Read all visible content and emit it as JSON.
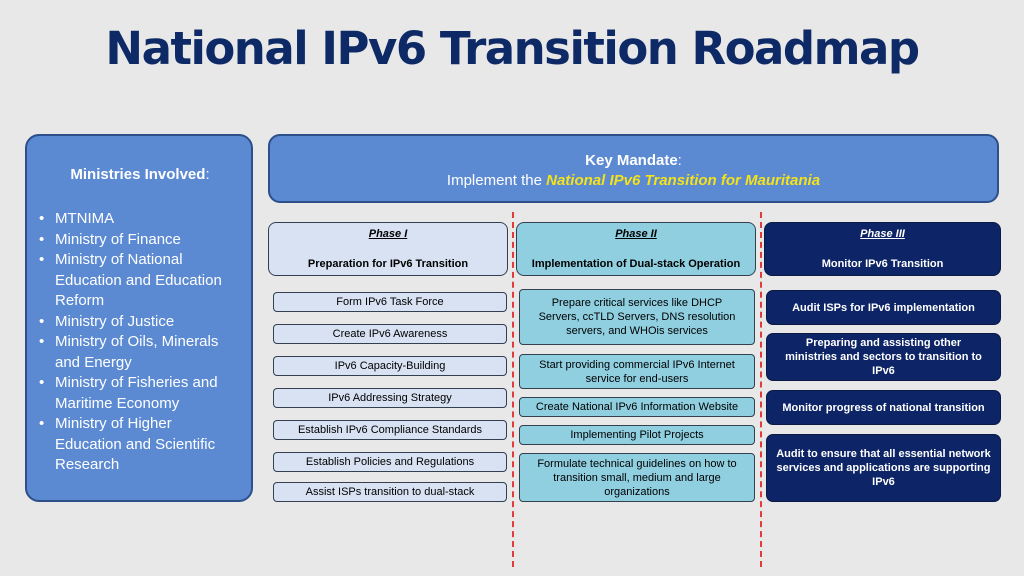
{
  "title": "National IPv6 Transition Roadmap",
  "ministries": {
    "heading": "Ministries Involved",
    "colon": ":",
    "items": [
      "MTNIMA",
      "Ministry of Finance",
      "Ministry of National Education and Education Reform",
      "Ministry of Justice",
      "Ministry of Oils, Minerals and Energy",
      "Ministry of Fisheries and Maritime Economy",
      "Ministry of Higher Education and Scientific Research"
    ]
  },
  "mandate": {
    "label": "Key Mandate",
    "colon": ":",
    "prefix": "Implement the ",
    "highlight": "National IPv6 Transition for Mauritania"
  },
  "phases": [
    {
      "phase": "Phase I",
      "title": "Preparation for IPv6 Transition",
      "items": [
        "Form IPv6 Task Force",
        "Create IPv6 Awareness",
        "IPv6 Capacity-Building",
        "IPv6 Addressing Strategy",
        "Establish IPv6 Compliance Standards",
        "Establish Policies and Regulations",
        "Assist ISPs transition to dual-stack"
      ]
    },
    {
      "phase": "Phase II",
      "title": "Implementation of Dual-stack Operation",
      "items": [
        "Prepare critical services like DHCP Servers, ccTLD Servers, DNS resolution servers, and WHOis  services",
        "Start providing commercial IPv6 Internet service for end-users",
        "Create National IPv6 Information Website",
        "Implementing Pilot Projects",
        "Formulate technical guidelines on how to transition small, medium and large organizations"
      ]
    },
    {
      "phase": "Phase III",
      "title": "Monitor IPv6 Transition",
      "items": [
        "Audit ISPs for IPv6 implementation",
        "Preparing and assisting other ministries and sectors to transition to IPv6",
        "Monitor progress of national transition",
        "Audit to ensure that all essential network services and applications are supporting IPv6"
      ]
    }
  ],
  "colors": {
    "background": "#e8e8e8",
    "title": "#0e2a66",
    "blue_panel": "#5b8ad3",
    "phase1": "#d8e2f2",
    "phase2": "#8fcfe0",
    "phase3": "#0d2566",
    "highlight": "#f4e21a",
    "divider": "#e23b3b"
  }
}
